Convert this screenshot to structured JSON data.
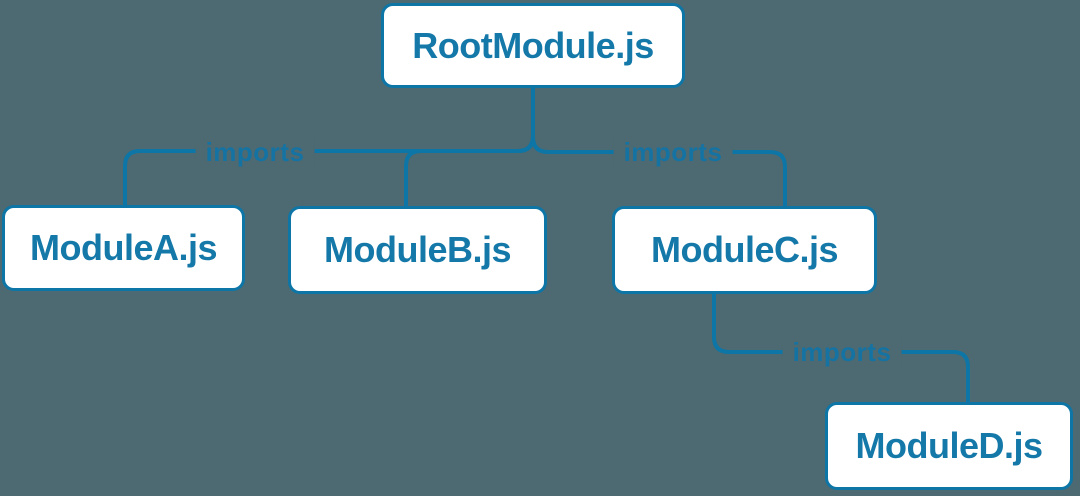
{
  "diagram": {
    "type": "dependency-tree",
    "nodes": [
      {
        "label": "RootModule.js"
      },
      {
        "label": "ModuleA.js"
      },
      {
        "label": "ModuleB.js"
      },
      {
        "label": "ModuleC.js"
      },
      {
        "label": "ModuleD.js"
      }
    ],
    "edges": [
      {
        "from": "RootModule.js",
        "to": "ModuleA.js",
        "label": "imports"
      },
      {
        "from": "RootModule.js",
        "to": "ModuleB.js",
        "label": ""
      },
      {
        "from": "RootModule.js",
        "to": "ModuleC.js",
        "label": "imports"
      },
      {
        "from": "ModuleC.js",
        "to": "ModuleD.js",
        "label": "imports"
      }
    ],
    "colors": {
      "background": "#4d6971",
      "accent": "#0e76a6",
      "node_fill": "#ffffff",
      "node_text": "#1478a8",
      "edge_label": "#1573a3"
    }
  }
}
